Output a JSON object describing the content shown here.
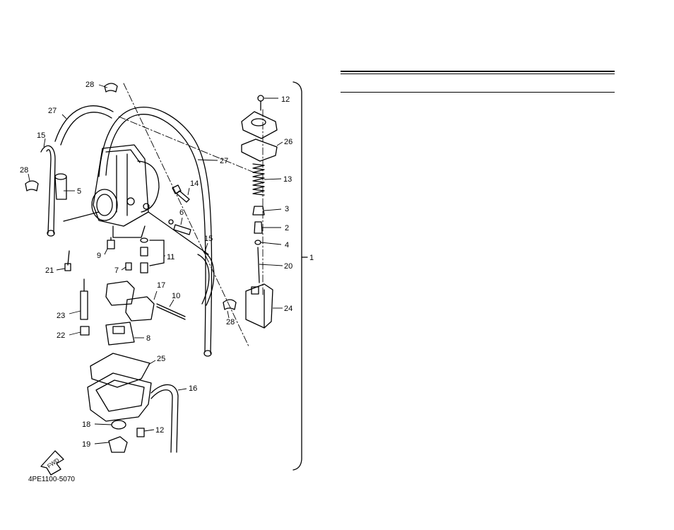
{
  "figure_code": "4PE1100-5070",
  "fwd_label": "FWD",
  "callouts": {
    "c1": "1",
    "c2": "2",
    "c3": "3",
    "c4": "4",
    "c5": "5",
    "c6": "6",
    "c7": "7",
    "c8": "8",
    "c9": "9",
    "c10": "10",
    "c11": "11",
    "c12_top": "12",
    "c12_bottom": "12",
    "c13": "13",
    "c14": "14",
    "c15_left": "15",
    "c15_right": "15",
    "c16": "16",
    "c17": "17",
    "c18": "18",
    "c19": "19",
    "c20": "20",
    "c21": "21",
    "c22": "22",
    "c23": "23",
    "c24": "24",
    "c25": "25",
    "c26": "26",
    "c27_left": "27",
    "c27_right": "27",
    "c28_top": "28",
    "c28_left": "28",
    "c28_right": "28"
  }
}
